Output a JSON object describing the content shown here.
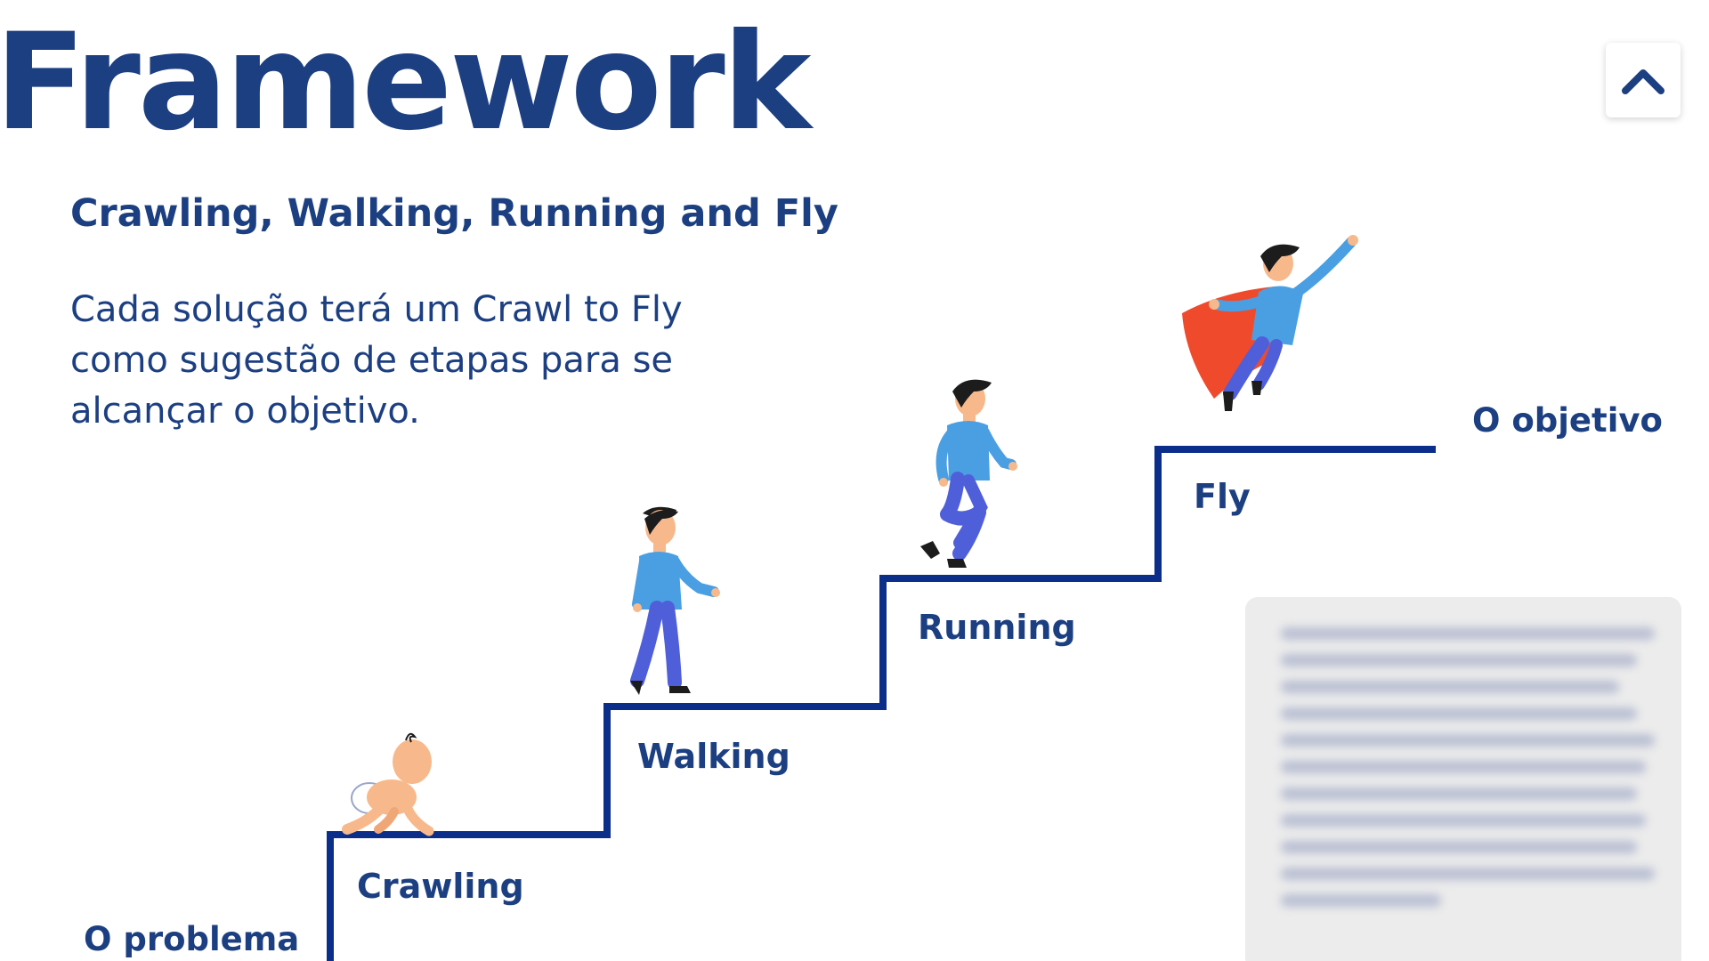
{
  "header": {
    "title": "Framework"
  },
  "intro": {
    "subtitle": "Crawling, Walking, Running and Fly",
    "description": "Cada solução terá um Crawl to Fly como sugestão de etapas para se alcançar o objetivo."
  },
  "stairs": {
    "start_label": "O problema",
    "end_label": "O objetivo",
    "steps": [
      {
        "label": "Crawling",
        "figure": "crawling-baby-icon"
      },
      {
        "label": "Walking",
        "figure": "walking-man-icon"
      },
      {
        "label": "Running",
        "figure": "running-man-icon"
      },
      {
        "label": "Fly",
        "figure": "flying-superhero-icon"
      }
    ]
  },
  "scroll_button": {
    "icon": "chevron-up-icon"
  },
  "colors": {
    "primary": "#1c3f82",
    "stair_line": "#0b2e8a",
    "shirt": "#4a9fe3",
    "pants": "#4f5fd9",
    "skin": "#f7b98b",
    "hair": "#1c1c1c",
    "cape": "#f04a2c",
    "panel": "#ececec"
  }
}
